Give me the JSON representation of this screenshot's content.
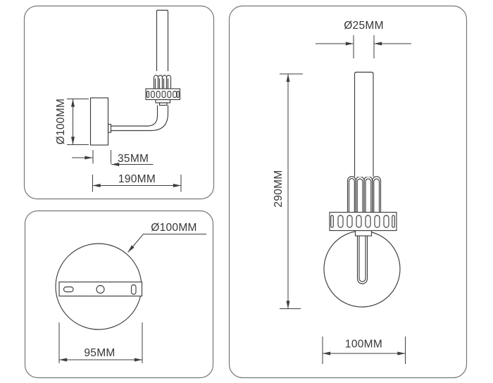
{
  "colors": {
    "background": "#ffffff",
    "drawing_line": "#3d3d3d",
    "panel_border": "#767676",
    "text": "#363636"
  },
  "panels": {
    "side_view": {
      "labels": {
        "backplate_diameter": "Ø100MM",
        "backplate_depth": "35MM",
        "projection": "190MM"
      }
    },
    "back_view": {
      "labels": {
        "backplate_diameter": "Ø100MM",
        "mounting_width": "95MM"
      }
    },
    "front_view": {
      "labels": {
        "tube_diameter": "Ø25MM",
        "overall_height": "290MM",
        "overall_width": "100MM"
      }
    }
  }
}
